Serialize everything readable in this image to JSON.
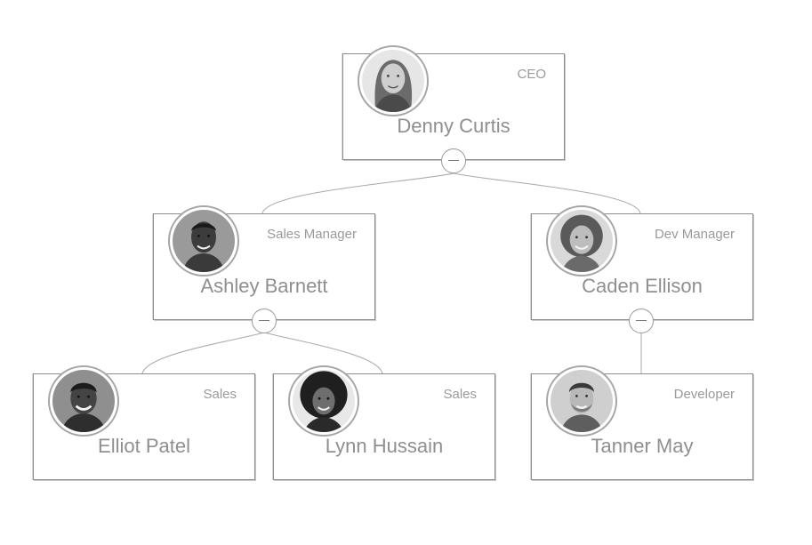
{
  "org_chart": {
    "nodes": [
      {
        "id": "n1",
        "name": "Denny Curtis",
        "title": "CEO",
        "avatar": "avatar-woman-long-hair-icon"
      },
      {
        "id": "n2",
        "name": "Ashley Barnett",
        "title": "Sales Manager",
        "avatar": "avatar-man-short-hair-icon"
      },
      {
        "id": "n3",
        "name": "Caden Ellison",
        "title": "Dev Manager",
        "avatar": "avatar-woman-curly-hair-icon"
      },
      {
        "id": "n4",
        "name": "Elliot Patel",
        "title": "Sales",
        "avatar": "avatar-man-short-hair-icon"
      },
      {
        "id": "n5",
        "name": "Lynn Hussain",
        "title": "Sales",
        "avatar": "avatar-woman-afro-hair-icon"
      },
      {
        "id": "n6",
        "name": "Tanner May",
        "title": "Developer",
        "avatar": "avatar-man-beard-icon"
      }
    ],
    "links": [
      {
        "from": "n1",
        "to": "n2"
      },
      {
        "from": "n1",
        "to": "n3"
      },
      {
        "from": "n2",
        "to": "n4"
      },
      {
        "from": "n2",
        "to": "n5"
      },
      {
        "from": "n3",
        "to": "n6"
      }
    ]
  }
}
